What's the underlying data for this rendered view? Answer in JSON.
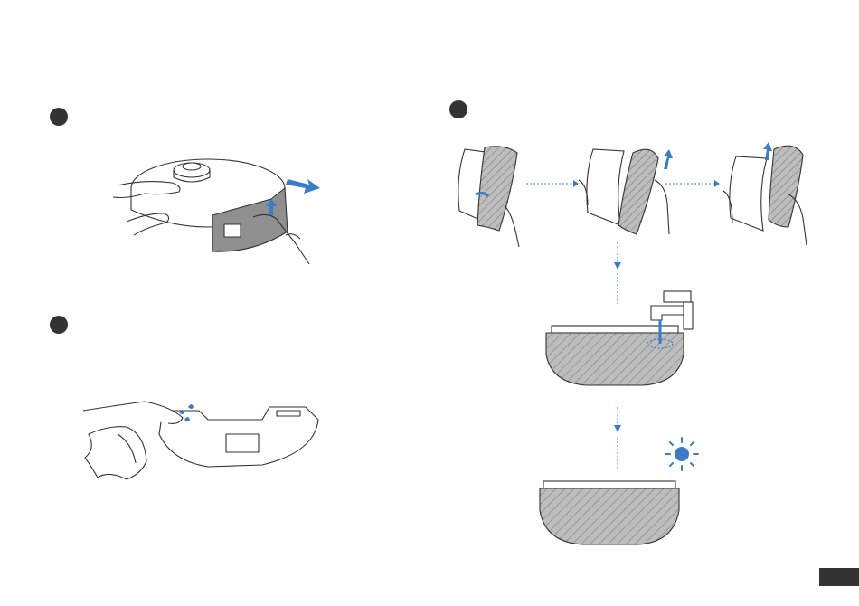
{
  "colors": {
    "badge": "#333333",
    "line": "#333333",
    "pad": "#9e9e9e",
    "robot_bin": "#8f8f8f",
    "accent_blue": "#3a7cc8"
  },
  "steps": [
    {
      "badge_icon": "step-1-badge",
      "illustration": "remove-mop-bracket"
    },
    {
      "badge_icon": "step-2-badge",
      "illustration": "remove-and-wash-mop-pad"
    },
    {
      "badge_icon": "step-3-badge",
      "illustration": "wipe-mop-bracket"
    }
  ],
  "icons": [
    "pull-arrow-icon",
    "up-arrow-icon",
    "water-faucet-icon",
    "sun-icon",
    "flow-arrow-icon"
  ]
}
